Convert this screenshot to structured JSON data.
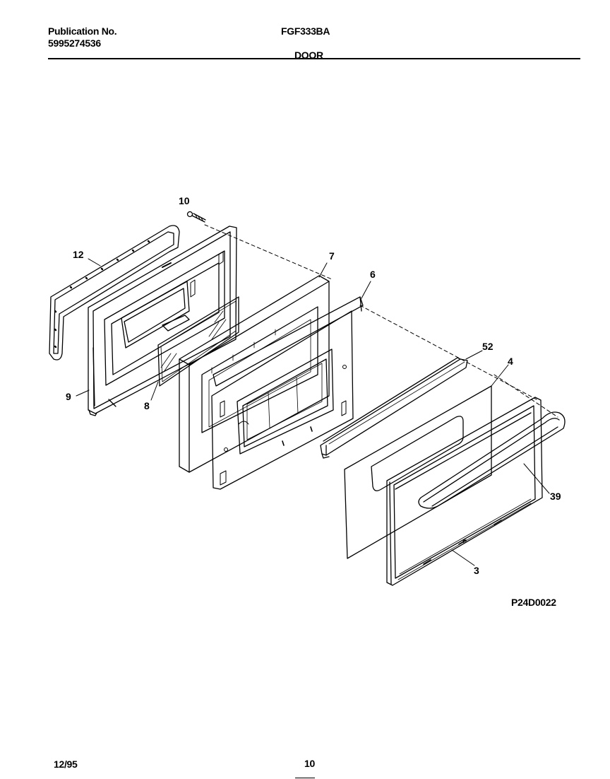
{
  "header": {
    "publication_label": "Publication No.",
    "publication_number": "5995274536",
    "model": "FGF333BA",
    "section": "DOOR"
  },
  "diagram": {
    "drawing_code": "P24D0022",
    "callouts": {
      "c10": "10",
      "c12": "12",
      "c7": "7",
      "c6": "6",
      "c52": "52",
      "c4": "4",
      "c9": "9",
      "c8": "8",
      "c39": "39",
      "c3": "3"
    }
  },
  "footer": {
    "date": "12/95",
    "page": "10"
  }
}
